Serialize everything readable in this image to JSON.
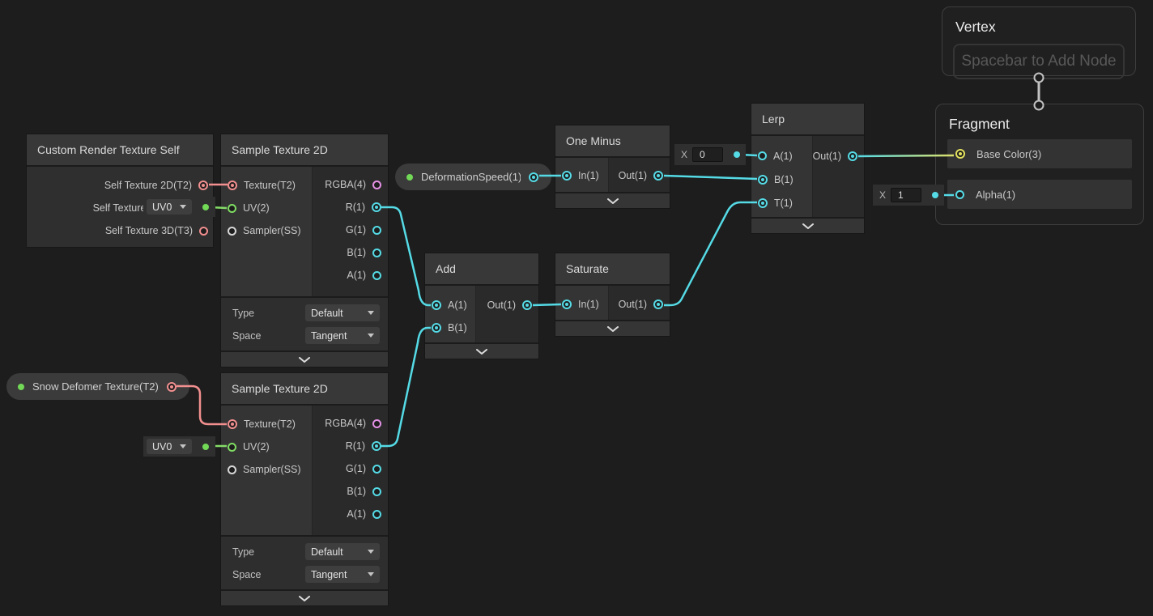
{
  "graph": {
    "custom_render": {
      "title": "Custom Render Texture Self",
      "ports": [
        {
          "label": "Self Texture 2D(T2)"
        },
        {
          "label": "Self Texture ("
        },
        {
          "label": "Self Texture 3D(T3)"
        }
      ]
    },
    "sample1": {
      "title": "Sample Texture 2D",
      "inputs": [
        {
          "label": "Texture(T2)"
        },
        {
          "label": "UV(2)"
        },
        {
          "label": "Sampler(SS)"
        }
      ],
      "outputs": [
        {
          "label": "RGBA(4)"
        },
        {
          "label": "R(1)"
        },
        {
          "label": "G(1)"
        },
        {
          "label": "B(1)"
        },
        {
          "label": "A(1)"
        }
      ],
      "settings": [
        {
          "label": "Type",
          "value": "Default"
        },
        {
          "label": "Space",
          "value": "Tangent"
        }
      ]
    },
    "sample2": {
      "title": "Sample Texture 2D",
      "inputs": [
        {
          "label": "Texture(T2)"
        },
        {
          "label": "UV(2)"
        },
        {
          "label": "Sampler(SS)"
        }
      ],
      "outputs": [
        {
          "label": "RGBA(4)"
        },
        {
          "label": "R(1)"
        },
        {
          "label": "G(1)"
        },
        {
          "label": "B(1)"
        },
        {
          "label": "A(1)"
        }
      ],
      "settings": [
        {
          "label": "Type",
          "value": "Default"
        },
        {
          "label": "Space",
          "value": "Tangent"
        }
      ]
    },
    "one_minus": {
      "title": "One Minus",
      "input": "In(1)",
      "output": "Out(1)"
    },
    "add": {
      "title": "Add",
      "input_a": "A(1)",
      "input_b": "B(1)",
      "output": "Out(1)"
    },
    "saturate": {
      "title": "Saturate",
      "input": "In(1)",
      "output": "Out(1)"
    },
    "lerp": {
      "title": "Lerp",
      "input_a": "A(1)",
      "input_b": "B(1)",
      "input_t": "T(1)",
      "output": "Out(1)"
    },
    "vertex": {
      "title": "Vertex",
      "placeholder": "Spacebar to Add Node"
    },
    "fragment": {
      "title": "Fragment",
      "ports": [
        {
          "label": "Base Color(3)"
        },
        {
          "label": "Alpha(1)"
        }
      ]
    },
    "pills": {
      "deformation_speed": "DeformationSpeed(1)",
      "snow_deformer": "Snow Defomer Texture(T2)"
    },
    "widgets": {
      "uv1": "UV0",
      "uv2": "UV0",
      "x0_label": "X",
      "x0_value": "0",
      "x1_label": "X",
      "x1_value": "1"
    }
  },
  "colors": {
    "canvas_bg": "#1d1d1d",
    "node_title_bg": "#383838",
    "node_body_bg": "#2a2a2a",
    "port_float_cyan": "#55dbe6",
    "port_texture_salmon": "#f28f8f",
    "port_uv_green": "#7fdc63",
    "port_vector4_pink": "#e591e5",
    "port_color_yellow": "#e3e15f",
    "port_sampler_gray": "#d8d8d8",
    "wire_green": "#84dd68",
    "wire_gradient_end_yellow": "#dfdf66",
    "master_connector": "#c2c2c2",
    "property_dot_green": "#72d957"
  }
}
